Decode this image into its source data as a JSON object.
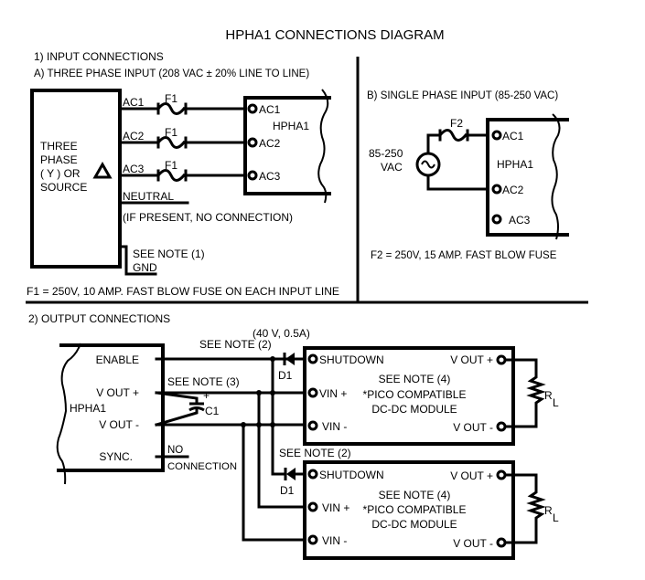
{
  "title": "HPHA1 CONNECTIONS DIAGRAM",
  "section1": {
    "heading": "1) INPUT CONNECTIONS",
    "partA": {
      "heading": "A) THREE PHASE INPUT (208 VAC ± 20% LINE TO LINE)",
      "source_label": [
        "THREE",
        "PHASE",
        "( Y ) OR",
        "SOURCE"
      ],
      "delta_symbol": "Δ",
      "lines": [
        {
          "name": "AC1",
          "fuse": "F1",
          "terminal": "AC1"
        },
        {
          "name": "AC2",
          "fuse": "F1",
          "terminal": "AC2"
        },
        {
          "name": "AC3",
          "fuse": "F1",
          "terminal": "AC3"
        }
      ],
      "neutral_label": "NEUTRAL",
      "neutral_note": "(IF PRESENT, NO CONNECTION)",
      "gnd_note": "SEE NOTE (1)",
      "gnd_label": "GND",
      "device_label": "HPHA1",
      "fuse_note": "F1 = 250V, 10 AMP. FAST BLOW  FUSE ON EACH INPUT LINE"
    },
    "partB": {
      "heading": "B) SINGLE PHASE INPUT (85-250 VAC)",
      "source_label": [
        "85-250",
        "VAC"
      ],
      "fuse": "F2",
      "terminals": [
        "AC1",
        "AC2",
        "AC3"
      ],
      "device_label": "HPHA1",
      "fuse_note": "F2 = 250V, 15 AMP. FAST BLOW FUSE"
    }
  },
  "section2": {
    "heading": "2) OUTPUT CONNECTIONS",
    "diode_rating": "(40 V, 0.5A)",
    "see_note_2": "SEE NOTE (2)",
    "see_note_3": "SEE NOTE (3)",
    "diode_label": "D1",
    "cap_label": "C1",
    "cap_plus": "+",
    "hpha1": {
      "label": "HPHA1",
      "pins": [
        "ENABLE",
        "V OUT +",
        "V OUT -",
        "SYNC."
      ],
      "sync_note": [
        "NO",
        "CONNECTION"
      ]
    },
    "modules": [
      {
        "pins_left": [
          "SHUTDOWN",
          "VIN +",
          "VIN -"
        ],
        "pins_right": [
          "V OUT +",
          "V OUT -"
        ],
        "center": [
          "SEE NOTE (4)",
          "*PICO COMPATIBLE",
          "DC-DC MODULE"
        ],
        "load": "R",
        "load_sub": "L"
      },
      {
        "pins_left": [
          "SHUTDOWN",
          "VIN +",
          "VIN -"
        ],
        "pins_right": [
          "V OUT +",
          "V OUT -"
        ],
        "center": [
          "SEE NOTE (4)",
          "*PICO COMPATIBLE",
          "DC-DC MODULE"
        ],
        "load": "R",
        "load_sub": "L"
      }
    ]
  }
}
